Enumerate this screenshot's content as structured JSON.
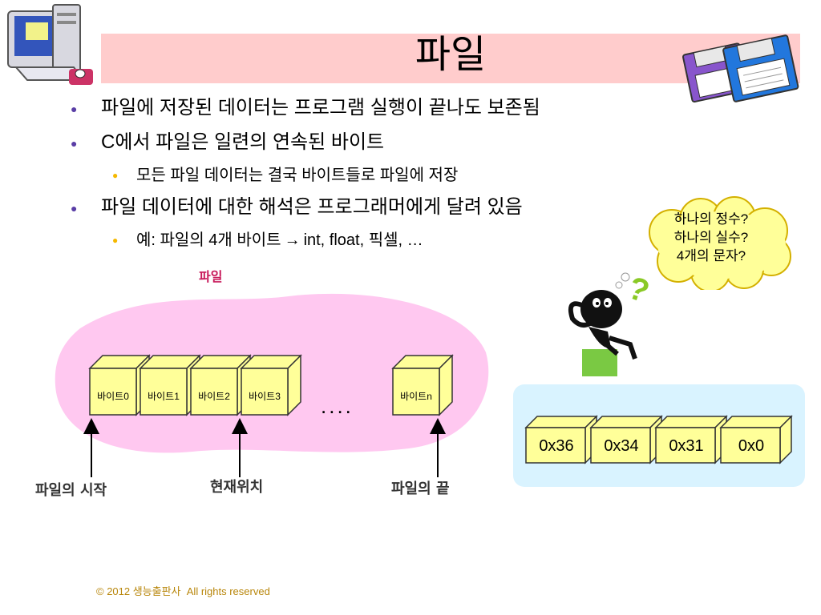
{
  "title": "파일",
  "bullets": {
    "b1": "파일에 저장된 데이터는 프로그램 실행이 끝나도 보존됨",
    "b2": "C에서 파일은 일련의 연속된 바이트",
    "b2_sub": "모든 파일 데이터는 결국 바이트들로 파일에 저장",
    "b3": "파일 데이터에 대한 해석은 프로그래머에게 달려 있음",
    "b3_sub_prefix": "예: 파일의 4개 바이트",
    "b3_sub_arrow": "→",
    "b3_sub_suffix": "int, float, 픽셀, …"
  },
  "cloud": {
    "line1": "하나의 정수?",
    "line2": "하나의 실수?",
    "line3": "4개의 문자?"
  },
  "question_mark": "?",
  "diagram": {
    "file_label": "파일",
    "bytes": [
      "바이트0",
      "바이트1",
      "바이트2",
      "바이트3"
    ],
    "last_byte": "바이트n",
    "ellipsis": "....",
    "label_start": "파일의 시작",
    "label_current": "현재위치",
    "label_end": "파일의 끝"
  },
  "hex_values": [
    "0x36",
    "0x34",
    "0x31",
    "0x0"
  ],
  "footer": {
    "copyright": "© 2012 생능출판사",
    "rights": "All rights reserved"
  },
  "colors": {
    "title_band": "#ffcccc",
    "blob": "#ffc8f0",
    "byte_box": "#ffff99",
    "hex_panel": "#d9f3ff",
    "bullet_l1": "#5a3ea6",
    "bullet_l2": "#f5b800",
    "cloud": "#ffff99"
  }
}
